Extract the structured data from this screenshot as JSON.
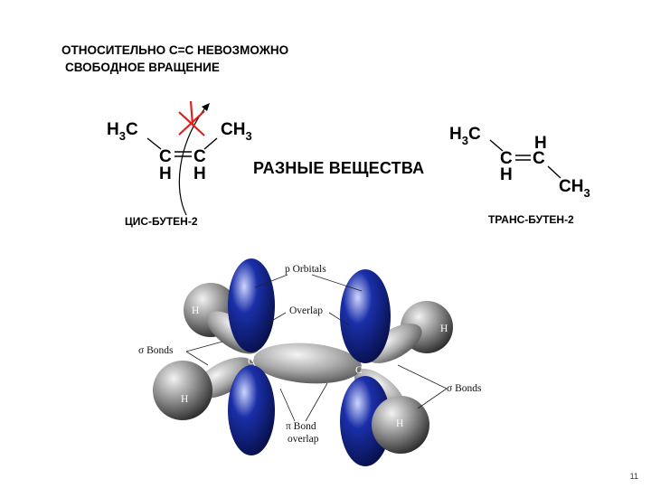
{
  "heading": {
    "line1": "ОТНОСИТЕЛЬНО С=С НЕВОЗМОЖНО",
    "line2": "СВОБОДНОЕ ВРАЩЕНИЕ"
  },
  "cis": {
    "h3c_main": "H",
    "h3c_sub": "3",
    "h3c_c": "C",
    "ch3_c": "CH",
    "ch3_sub": "3",
    "c1": "C",
    "c2": "C",
    "h1": "H",
    "h2": "H",
    "name": "ЦИС-БУТЕН-2"
  },
  "middle_text": "РАЗНЫЕ ВЕЩЕСТВА",
  "trans": {
    "h3c_main": "H",
    "h3c_sub": "3",
    "h3c_c": "C",
    "h_top": "H",
    "c1": "C",
    "c2": "C",
    "h_bottom": "H",
    "ch3_c": "CH",
    "ch3_sub": "3",
    "name": "ТРАНС-БУТЕН-2"
  },
  "orbital_figure": {
    "p_orbitals": "p Orbitals",
    "overlap": "Overlap",
    "sigma_bonds_left": "σ Bonds",
    "sigma_bonds_right": "σ Bonds",
    "pi_bond_line1": "π  Bond",
    "pi_bond_line2": "overlap",
    "atom_h": "H",
    "atom_c": "C"
  },
  "colors": {
    "lobe_blue": "#1a2fa8",
    "atom_grey": "#9a9a9a",
    "highlight": "#d8d8d8",
    "cross_red": "#e0201c"
  },
  "page_number": "11"
}
